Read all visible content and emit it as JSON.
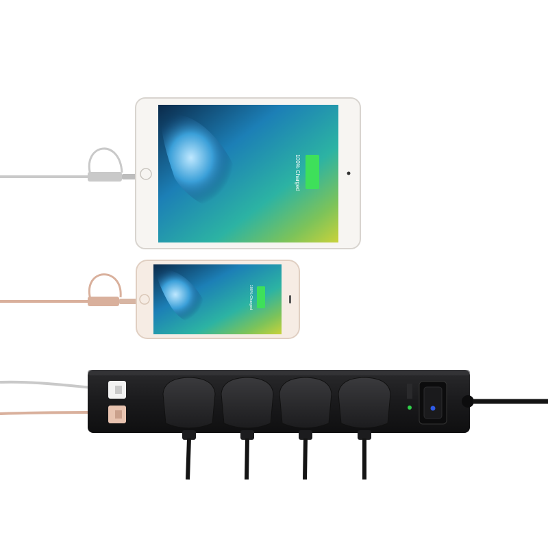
{
  "devices": {
    "tablet": {
      "charge_status": "100% Charged",
      "charge_level": 1.0
    },
    "phone": {
      "charge_status": "100% Charged",
      "charge_level": 1.0
    }
  },
  "power_strip": {
    "usb_port_count": 2,
    "outlet_count": 4,
    "colors": {
      "body": "#1b1b1d",
      "plug": "#2a2a2c",
      "usb_top": "#f2f2f2",
      "usb_bottom": "#e8c3b0",
      "indicator": "#2fd04a",
      "switch": "#2f5be6"
    }
  },
  "cables": {
    "silver": "#c9c9c9",
    "rose_gold": "#d9b09c",
    "power_cord": "#141414"
  }
}
